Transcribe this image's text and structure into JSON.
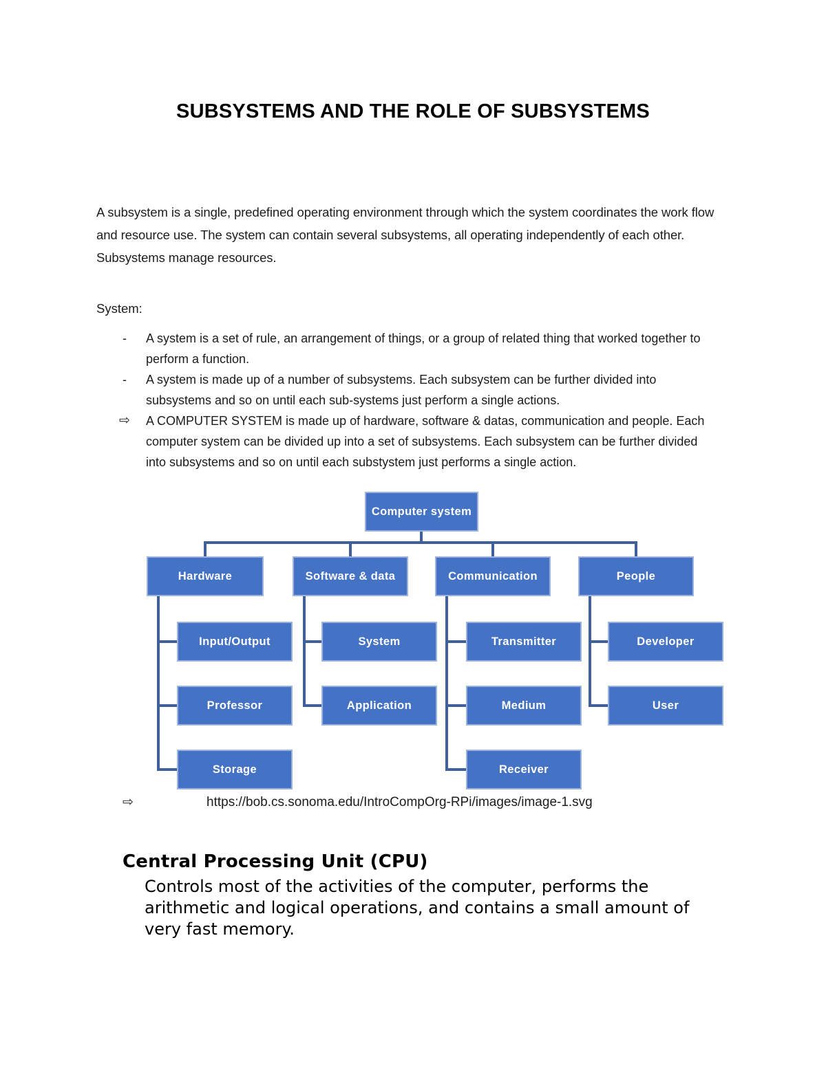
{
  "title": "SUBSYSTEMS AND THE ROLE OF SUBSYSTEMS",
  "intro": "A subsystem is a single, predefined operating environment through which the system coordinates the work flow and resource use. The system can contain several subsystems, all operating independently of each other. Subsystems manage resources.",
  "system_heading": "System:",
  "bullets": [
    {
      "marker": "-",
      "text": "A system is a set of rule, an arrangement of things, or a group of related thing that worked together to perform a function."
    },
    {
      "marker": "-",
      "text": "A system is made up of a number of subsystems. Each subsystem can be further divided into subsystems and so on until each sub-systems just perform a single actions."
    },
    {
      "marker": "⇨",
      "text": "A COMPUTER SYSTEM is made up of hardware, software & datas, communication and people. Each computer system can be divided up into a set of subsystems. Each subsystem can be further divided into subsystems and so on until each substystem just performs a single action."
    }
  ],
  "diagram": {
    "root": "Computer system",
    "branches": [
      {
        "label": "Hardware",
        "children": [
          "Input/Output",
          "Professor",
          "Storage"
        ]
      },
      {
        "label": "Software & data",
        "children": [
          "System",
          "Application"
        ]
      },
      {
        "label": "Communication",
        "children": [
          "Transmitter",
          "Medium",
          "Receiver"
        ]
      },
      {
        "label": "People",
        "children": [
          "Developer",
          "User"
        ]
      }
    ],
    "colors": {
      "box_fill": "#4472C4",
      "box_border": "#9DB3DF",
      "connector": "#3F5F9D",
      "box_text": "#FFFFFF"
    }
  },
  "source_link": {
    "marker": "⇨",
    "url": "https://bob.cs.sonoma.edu/IntroCompOrg-RPi/images/image-1.svg"
  },
  "cpu_section": {
    "heading": "Central Processing Unit (CPU)",
    "body": "Controls most of the activities of the computer, performs the arithmetic and logical operations, and contains a small amount of very fast memory."
  }
}
